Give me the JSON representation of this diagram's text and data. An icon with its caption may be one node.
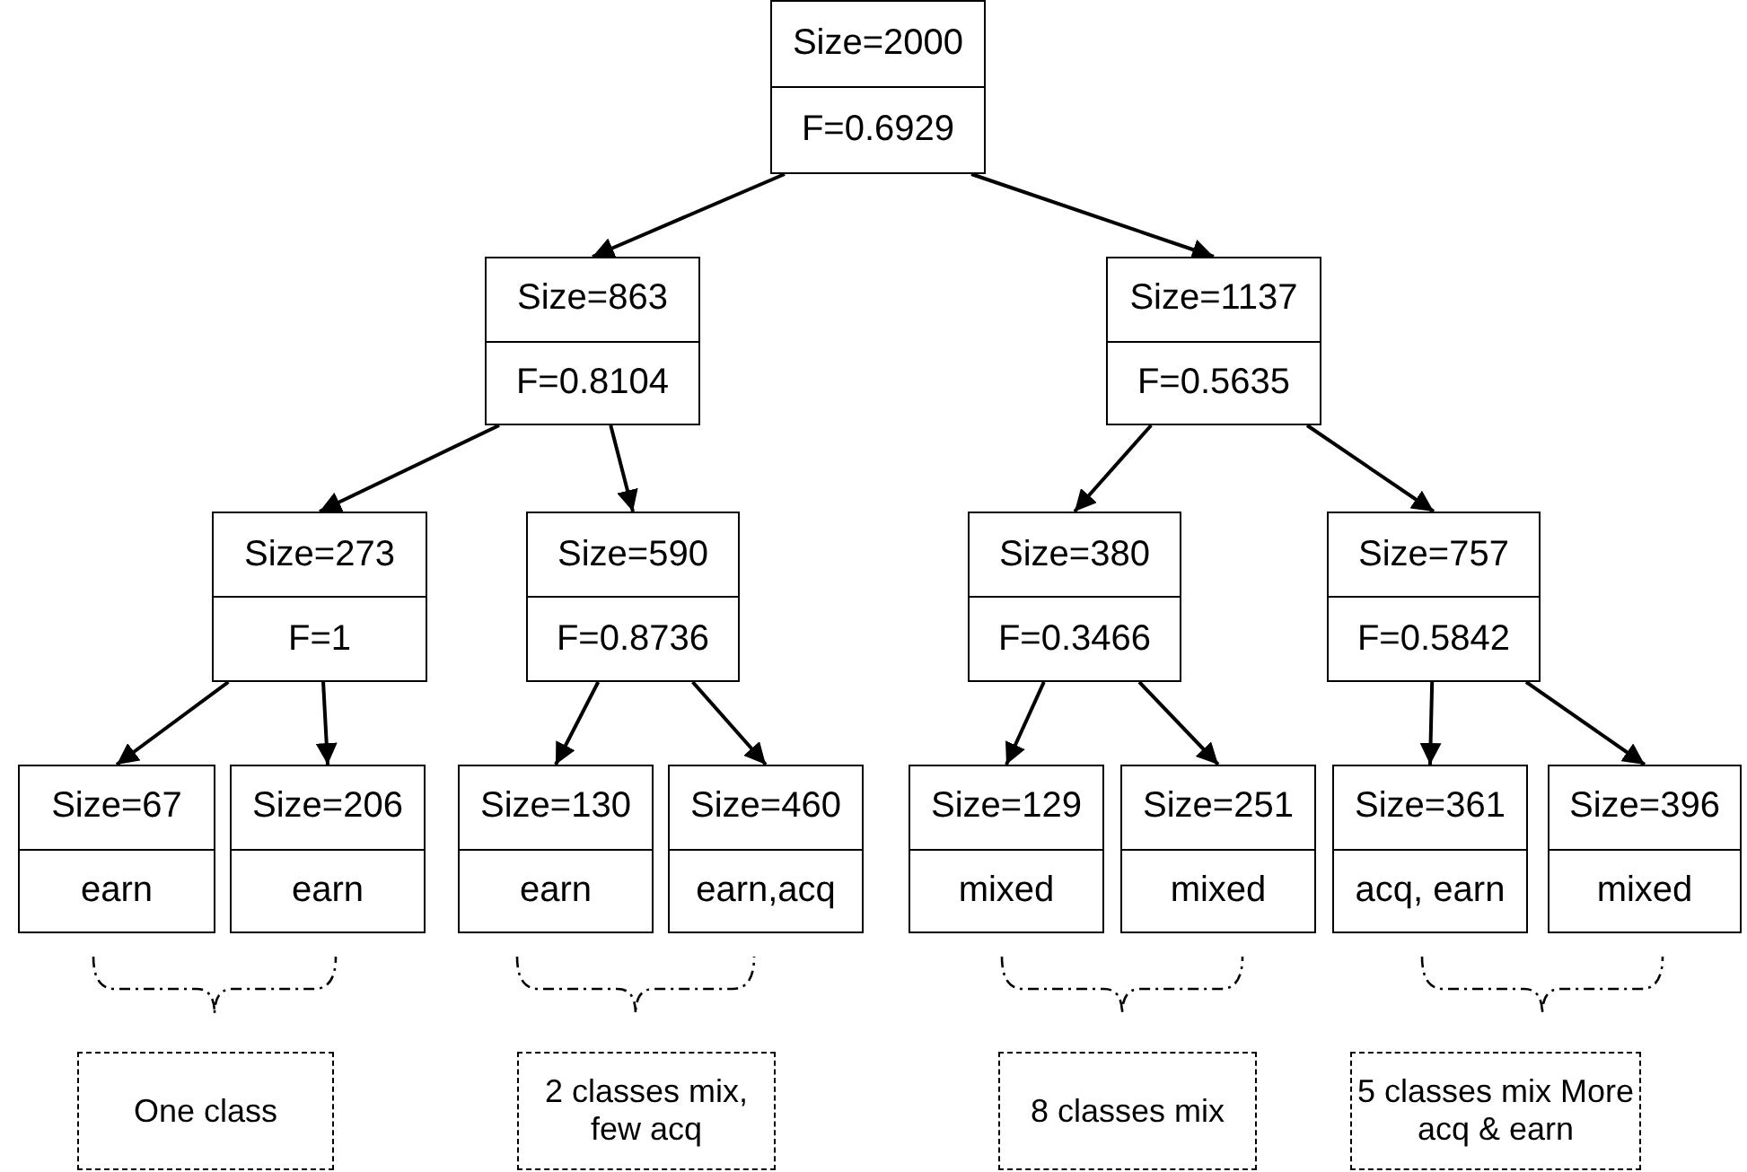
{
  "diagram": {
    "nodes": [
      {
        "text": [
          "Size=2000",
          "F=0.6929"
        ]
      },
      {
        "text": [
          "Size=863",
          "F=0.8104"
        ]
      },
      {
        "text": [
          "Size=1137",
          "F=0.5635"
        ]
      },
      {
        "text": [
          "Size=273",
          "F=1"
        ]
      },
      {
        "text": [
          "Size=590",
          "F=0.8736"
        ]
      },
      {
        "text": [
          "Size=380",
          "F=0.3466"
        ]
      },
      {
        "text": [
          "Size=757",
          "F=0.5842"
        ]
      },
      {
        "text": [
          "Size=67",
          "earn"
        ]
      },
      {
        "text": [
          "Size=206",
          "earn"
        ]
      },
      {
        "text": [
          "Size=130",
          "earn"
        ]
      },
      {
        "text": [
          "Size=460",
          "earn,acq"
        ]
      },
      {
        "text": [
          "Size=129",
          "mixed"
        ]
      },
      {
        "text": [
          "Size=251",
          "mixed"
        ]
      },
      {
        "text": [
          "Size=361",
          "acq, earn"
        ]
      },
      {
        "text": [
          "Size=396",
          "mixed"
        ]
      },
      {
        "text": [
          "One class"
        ]
      },
      {
        "text": [
          "2 classes mix, few acq"
        ]
      },
      {
        "text": [
          "8 classes mix"
        ]
      },
      {
        "text": [
          "5 classes mix More acq & earn"
        ]
      }
    ],
    "edges": [
      {
        "from": 0,
        "to": 1,
        "arrow": "to"
      },
      {
        "from": 0,
        "to": 2,
        "arrow": "to"
      },
      {
        "from": 1,
        "to": 3,
        "arrow": "to"
      },
      {
        "from": 1,
        "to": 4,
        "arrow": "to"
      },
      {
        "from": 2,
        "to": 5,
        "arrow": "to"
      },
      {
        "from": 2,
        "to": 6,
        "arrow": "to"
      },
      {
        "from": 3,
        "to": 7,
        "arrow": "to"
      },
      {
        "from": 3,
        "to": 8,
        "arrow": "to"
      },
      {
        "from": 4,
        "to": 9,
        "arrow": "to"
      },
      {
        "from": 4,
        "to": 10,
        "arrow": "to"
      },
      {
        "from": 5,
        "to": 11,
        "arrow": "to"
      },
      {
        "from": 5,
        "to": 12,
        "arrow": "to"
      },
      {
        "from": 6,
        "to": 13,
        "arrow": "to"
      },
      {
        "from": 6,
        "to": 14,
        "arrow": "to"
      }
    ]
  }
}
